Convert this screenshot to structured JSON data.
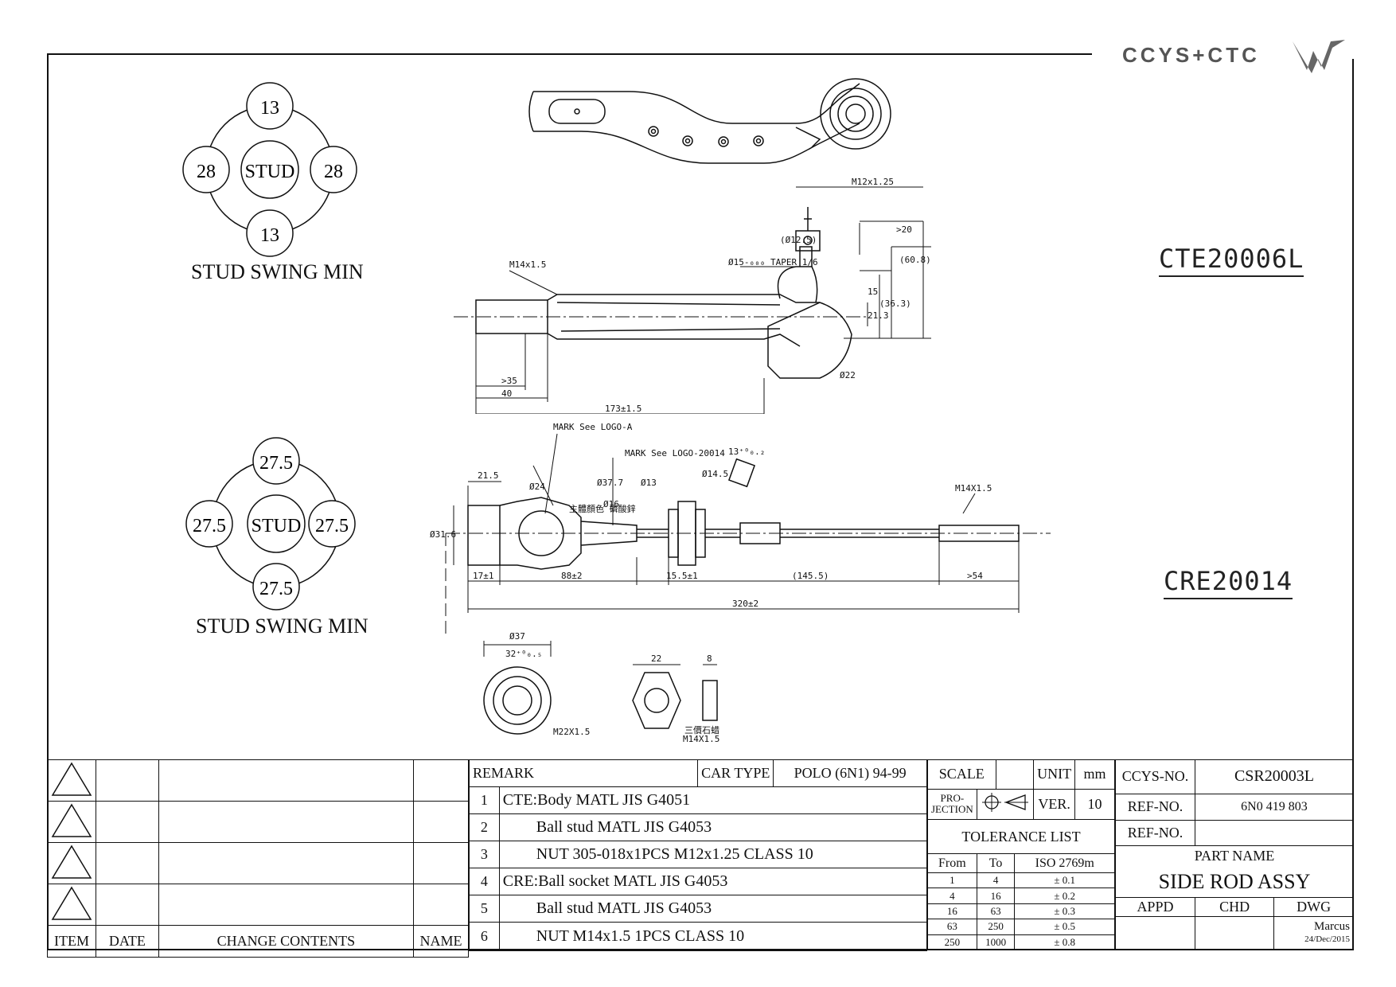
{
  "brand": {
    "logo_text": "CCYS+CTC"
  },
  "part_codes": {
    "upper": "CTE20006L",
    "lower": "CRE20014"
  },
  "stud_swing_upper": {
    "top": "13",
    "left": "28",
    "center": "STUD",
    "right": "28",
    "bottom": "13",
    "label": "STUD SWING MIN"
  },
  "stud_swing_lower": {
    "top": "27.5",
    "left": "27.5",
    "center": "STUD",
    "right": "27.5",
    "bottom": "27.5",
    "label": "STUD SWING MIN"
  },
  "drawing_upper": {
    "m12": "M12x1.25",
    "d125": "(Ø12.5)",
    "taper": "Ø15-₀₀₀ TAPER 1/6",
    "m14": "M14x1.5",
    "d20": ">20",
    "d15": "15",
    "d213": "21.3",
    "d363": "(36.3)",
    "d608": "(60.8)",
    "d35": ">35",
    "d40": "40",
    "d173": "173±1.5",
    "d22": "Ø22"
  },
  "drawing_lower": {
    "mark_a": "MARK See LOGO-A",
    "mark_b": "MARK See LOGO-20014",
    "d215": "21.5",
    "d24": "Ø24",
    "d377": "Ø37.7",
    "d13": "Ø13",
    "d16": "Ø16",
    "d145": "Ø14.5",
    "d13b": "13⁺⁰₀.₂",
    "m14": "M14X1.5",
    "d316": "Ø31.6",
    "cn_note": "主體顏色 磷酸鋅",
    "d17": "17±1",
    "d88": "88±2",
    "d155": "15.5±1",
    "d1455": "(145.5)",
    "d54": ">54",
    "d320": "320±2",
    "d37": "Ø37",
    "d32": "32⁺⁰₀.₅",
    "m22": "M22X1.5",
    "d22": "22",
    "d8": "8",
    "cn_note2": "三價石蜡",
    "m14b": "M14X1.5"
  },
  "change_table": {
    "headers": {
      "item": "ITEM",
      "date": "DATE",
      "contents": "CHANGE CONTENTS",
      "name": "NAME"
    }
  },
  "remarks": {
    "header": "REMARK",
    "car_type_label": "CAR TYPE",
    "car_type_value": "POLO (6N1) 94-99",
    "items": [
      {
        "n": "1",
        "text": "CTE:Body MATL JIS G4051"
      },
      {
        "n": "2",
        "text": "Ball stud MATL JIS G4053"
      },
      {
        "n": "3",
        "text": "NUT 305-018x1PCS M12x1.25 CLASS 10"
      },
      {
        "n": "4",
        "text": "CRE:Ball socket MATL JIS G4053"
      },
      {
        "n": "5",
        "text": "Ball stud MATL JIS G4053"
      },
      {
        "n": "6",
        "text": "NUT M14x1.5 1PCS CLASS 10"
      }
    ]
  },
  "scale_block": {
    "scale": "SCALE",
    "unit": "UNIT",
    "mm": "mm",
    "projection": "PRO-\nJECTION",
    "ver": "VER.",
    "ver_value": "10",
    "tolerance_list": "TOLERANCE LIST",
    "from": "From",
    "to": "To",
    "iso": "ISO 2769m",
    "rows": [
      {
        "from": "1",
        "to": "4",
        "tol": "± 0.1"
      },
      {
        "from": "4",
        "to": "16",
        "tol": "± 0.2"
      },
      {
        "from": "16",
        "to": "63",
        "tol": "± 0.3"
      },
      {
        "from": "63",
        "to": "250",
        "tol": "± 0.5"
      },
      {
        "from": "250",
        "to": "1000",
        "tol": "± 0.8"
      }
    ]
  },
  "title_block": {
    "ccys_no_label": "CCYS-NO.",
    "ccys_no": "CSR20003L",
    "ref_no_label": "REF-NO.",
    "ref_no": "6N0 419 803",
    "ref_no2_label": "REF-NO.",
    "part_name_label": "PART NAME",
    "part_name": "SIDE ROD ASSY",
    "appd": "APPD",
    "chd": "CHD",
    "dwg": "DWG",
    "drawer": "Marcus",
    "date": "24/Dec/2015"
  }
}
